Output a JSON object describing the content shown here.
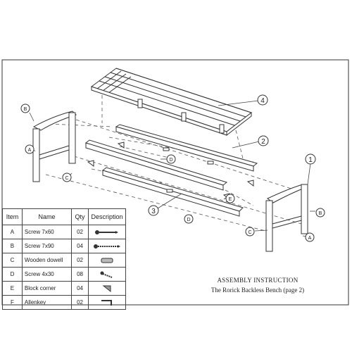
{
  "callouts": {
    "part_numbers": [
      "1",
      "2",
      "3",
      "4"
    ],
    "letters": {
      "a": "A",
      "b": "B",
      "c": "C",
      "d": "D",
      "e": "E"
    }
  },
  "parts_table": {
    "headers": {
      "item": "Item",
      "name": "Name",
      "qty": "Qty",
      "description": "Description"
    },
    "rows": [
      {
        "item": "A",
        "name": "Screw 7x60",
        "qty": "02",
        "icon": "screw-icon"
      },
      {
        "item": "B",
        "name": "Screw 7x90",
        "qty": "04",
        "icon": "long-screw-icon"
      },
      {
        "item": "C",
        "name": "Wooden dowell",
        "qty": "02",
        "icon": "dowel-icon"
      },
      {
        "item": "D",
        "name": "Screw 4x30",
        "qty": "08",
        "icon": "short-screw-icon"
      },
      {
        "item": "E",
        "name": "Block corner",
        "qty": "04",
        "icon": "corner-block-icon"
      },
      {
        "item": "F",
        "name": "Allenkey",
        "qty": "02",
        "icon": "allen-key-icon"
      }
    ]
  },
  "caption": {
    "title": "ASSEMBLY  INSTRUCTION",
    "subtitle": "The Rorick Backless Bench (page 2)"
  }
}
